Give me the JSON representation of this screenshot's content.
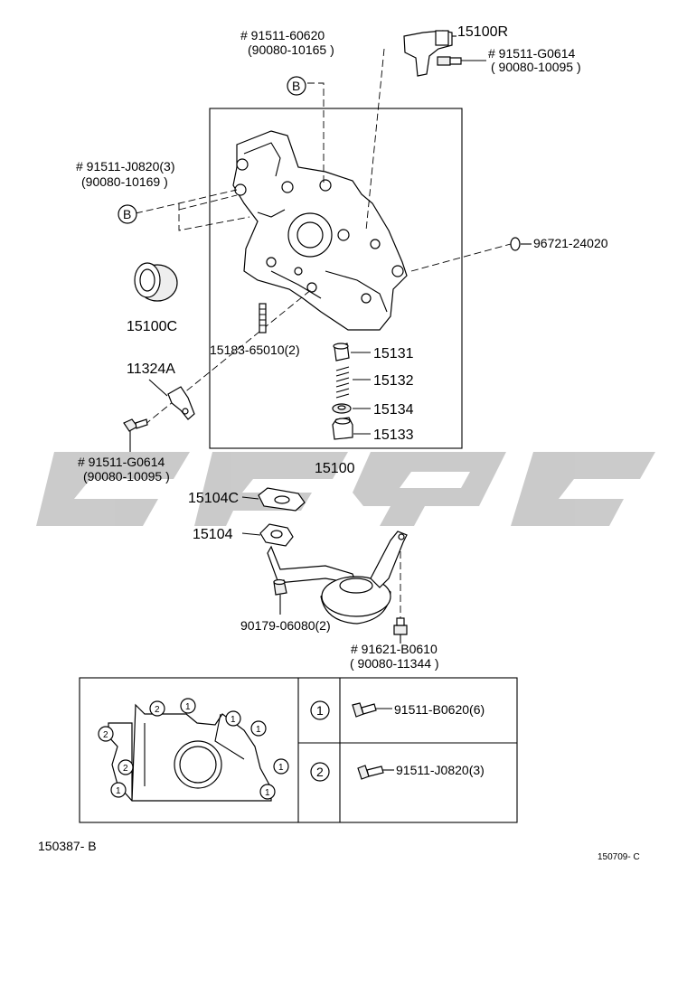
{
  "diagram": {
    "parts": {
      "p15100R": "15100R",
      "p91511_60620": "# 91511-60620",
      "p90080_10165": "(90080-10165 )",
      "p91511_G0614_top": "# 91511-G0614",
      "p90080_10095_top": "( 90080-10095      )",
      "p91511_J0820": "# 91511-J0820(3)",
      "p90080_10169": "(90080-10169      )",
      "p96721_24020": "96721-24020",
      "p15100C": "15100C",
      "p15183_65010": "15183-65010(2)",
      "p15131": "15131",
      "p15132": "15132",
      "p15134": "15134",
      "p15133": "15133",
      "p11324A": "11324A",
      "p91511_G0614_bot": "# 91511-G0614",
      "p90080_10095_bot": "(90080-10095      )",
      "p15100": "15100",
      "p15104C": "15104C",
      "p15104": "15104",
      "p90179_06080": "90179-06080(2)",
      "p91621_B0610": "#  91621-B0610",
      "p90080_11344": "( 90080-11344      )"
    },
    "callouts": {
      "b_top": "B",
      "b_left": "B"
    },
    "legend": {
      "row1_num": "1",
      "row1_part": "91511-B0620(6)",
      "row2_num": "2",
      "row2_part": "91511-J0820(3)",
      "ref_1": "1",
      "ref_2": "2"
    },
    "footer": {
      "left_code": "150387- B",
      "right_code": "150709- C"
    },
    "watermark": {
      "icon": "brand-logo-watermark",
      "color": "#c8c8c8"
    }
  }
}
